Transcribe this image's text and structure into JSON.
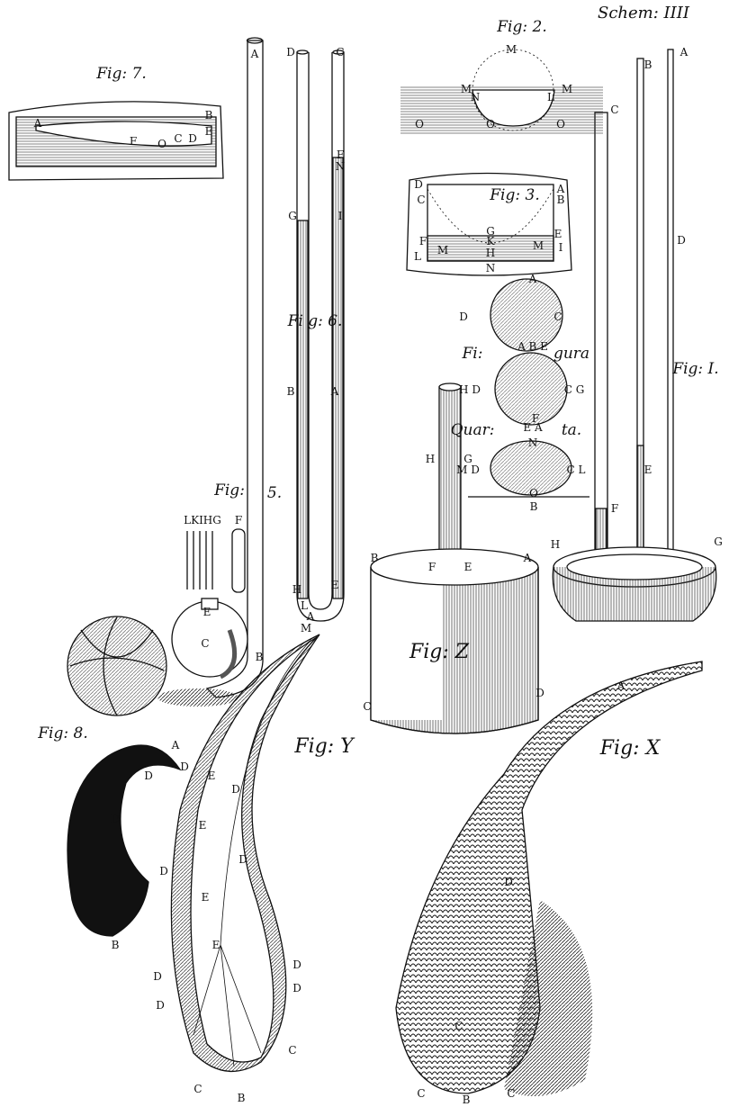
{
  "plate_title": "Schem: IIII",
  "figure_titles": {
    "fig7": "Fig: 7.",
    "fig5a": "Fig:",
    "fig5b": "5.",
    "fig6": "Fi g: 6.",
    "fig1": "Fig: I.",
    "fig2": "Fig: 2.",
    "fig3": "Fig: 3.",
    "fig4a": "Fi:",
    "fig4b": "gura",
    "fig4c": "Quar:",
    "fig4d": "ta.",
    "figZ": "Fig: Z",
    "fig8": "Fig: 8.",
    "figY": "Fig: Y",
    "figX": "Fig: X"
  },
  "labels": [
    "A",
    "B",
    "F",
    "C",
    "D",
    "E",
    "O",
    "A",
    "LKIHG",
    "F",
    "E",
    "C",
    "B",
    "D",
    "C",
    "F",
    "N",
    "G",
    "I",
    "B",
    "A",
    "H",
    "E",
    "L",
    "M",
    "A",
    "B",
    "C",
    "D",
    "E",
    "F",
    "H",
    "G",
    "M",
    "M",
    "N",
    "L",
    "M",
    "O",
    "O",
    "O",
    "D",
    "C",
    "A",
    "B",
    "G",
    "E",
    "K",
    "F",
    "M",
    "H",
    "M",
    "I",
    "L",
    "N",
    "A",
    "D",
    "C",
    "A B E",
    "H D",
    "C G",
    "F",
    "E A",
    "N",
    "M D",
    "C L",
    "O",
    "B",
    "H",
    "G",
    "B",
    "A",
    "F",
    "E",
    "C",
    "D",
    "A",
    "D",
    "D",
    "B",
    "A",
    "D",
    "E",
    "D",
    "E",
    "D",
    "D",
    "E",
    "E",
    "D",
    "D",
    "D",
    "D",
    "C",
    "C",
    "B",
    "A",
    "D",
    "C",
    "C",
    "B",
    "C"
  ]
}
